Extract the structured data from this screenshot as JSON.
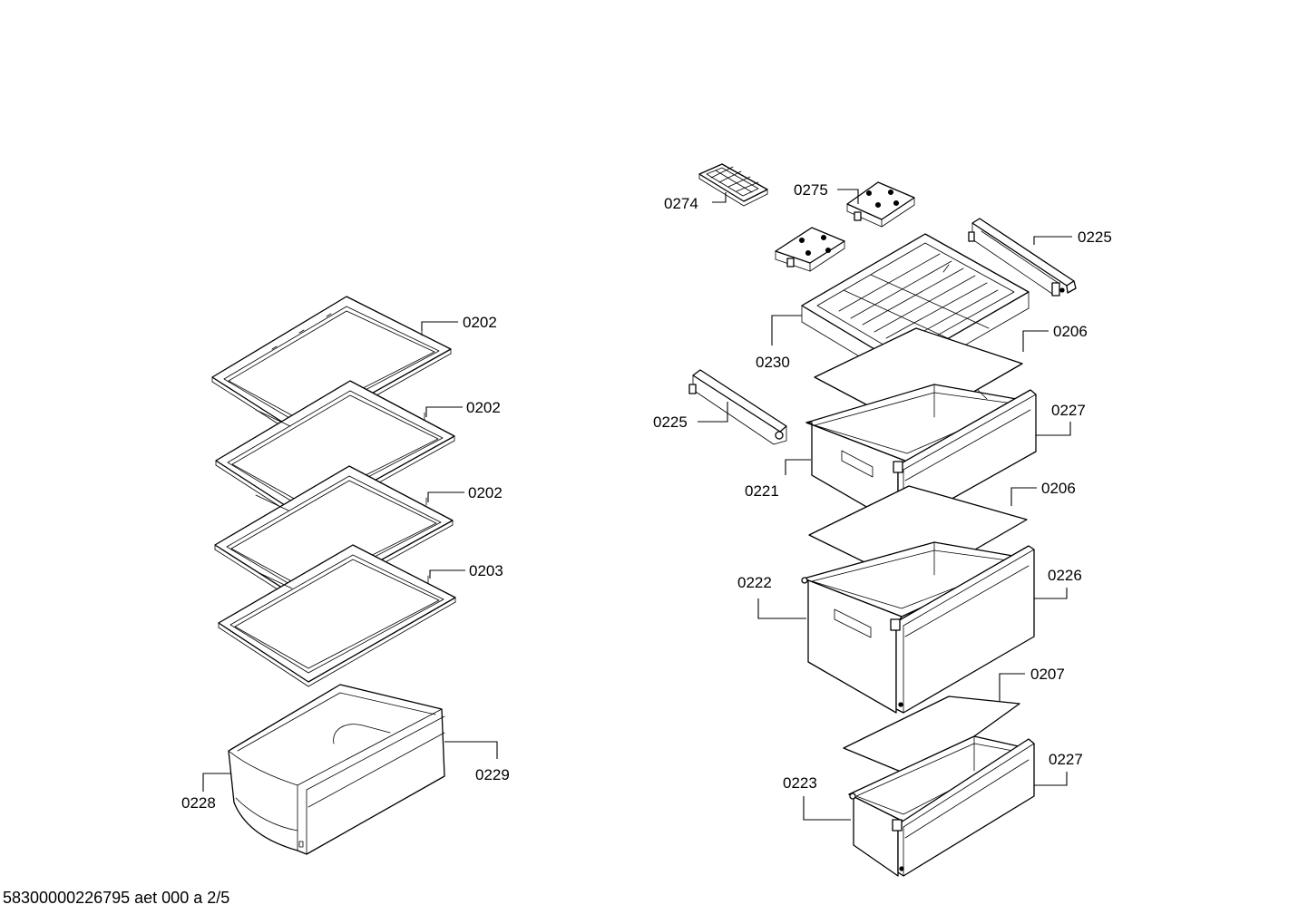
{
  "diagram": {
    "labels": {
      "p0274": "0274",
      "p0275": "0275",
      "p0225_top": "0225",
      "p0230": "0230",
      "p0206_top": "0206",
      "p0225_left": "0225",
      "p0227_top": "0227",
      "p0221": "0221",
      "p0206_mid": "0206",
      "p0222": "0222",
      "p0226": "0226",
      "p0207": "0207",
      "p0223": "0223",
      "p0227_bottom": "0227",
      "p0202_a": "0202",
      "p0202_b": "0202",
      "p0202_c": "0202",
      "p0203": "0203",
      "p0228": "0228",
      "p0229": "0229"
    }
  },
  "footer": {
    "code": "58300000226795 aet 000 a 2/5"
  }
}
